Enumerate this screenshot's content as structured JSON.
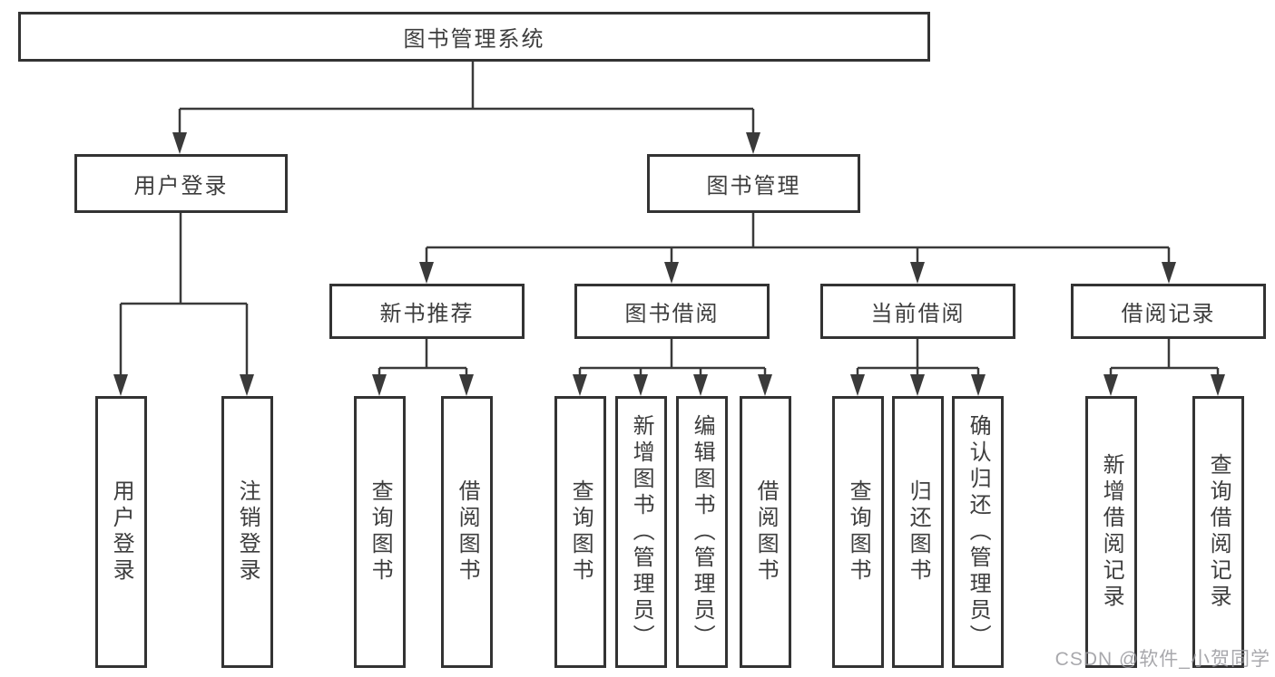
{
  "tree": {
    "root": {
      "label": "图书管理系统"
    },
    "level2": [
      {
        "label": "用户登录",
        "children": [
          {
            "label": "用户登录"
          },
          {
            "label": "注销登录"
          }
        ]
      },
      {
        "label": "图书管理",
        "children": [
          {
            "label": "新书推荐",
            "children": [
              {
                "label": "查询图书"
              },
              {
                "label": "借阅图书"
              }
            ]
          },
          {
            "label": "图书借阅",
            "children": [
              {
                "label": "查询图书"
              },
              {
                "label": "新增图书（管理员）"
              },
              {
                "label": "编辑图书（管理员）"
              },
              {
                "label": "借阅图书"
              }
            ]
          },
          {
            "label": "当前借阅",
            "children": [
              {
                "label": "查询图书"
              },
              {
                "label": "归还图书"
              },
              {
                "label": "确认归还（管理员）"
              }
            ]
          },
          {
            "label": "借阅记录",
            "children": [
              {
                "label": "新增借阅记录"
              },
              {
                "label": "查询借阅记录"
              }
            ]
          }
        ]
      }
    ]
  },
  "watermark": {
    "text": "CSDN @软件_小贺同学"
  },
  "colors": {
    "line": "#3a3a3a",
    "box_border": "#333333",
    "text": "#3d3d3d",
    "watermark": "#9999a1",
    "background": "#ffffff"
  }
}
